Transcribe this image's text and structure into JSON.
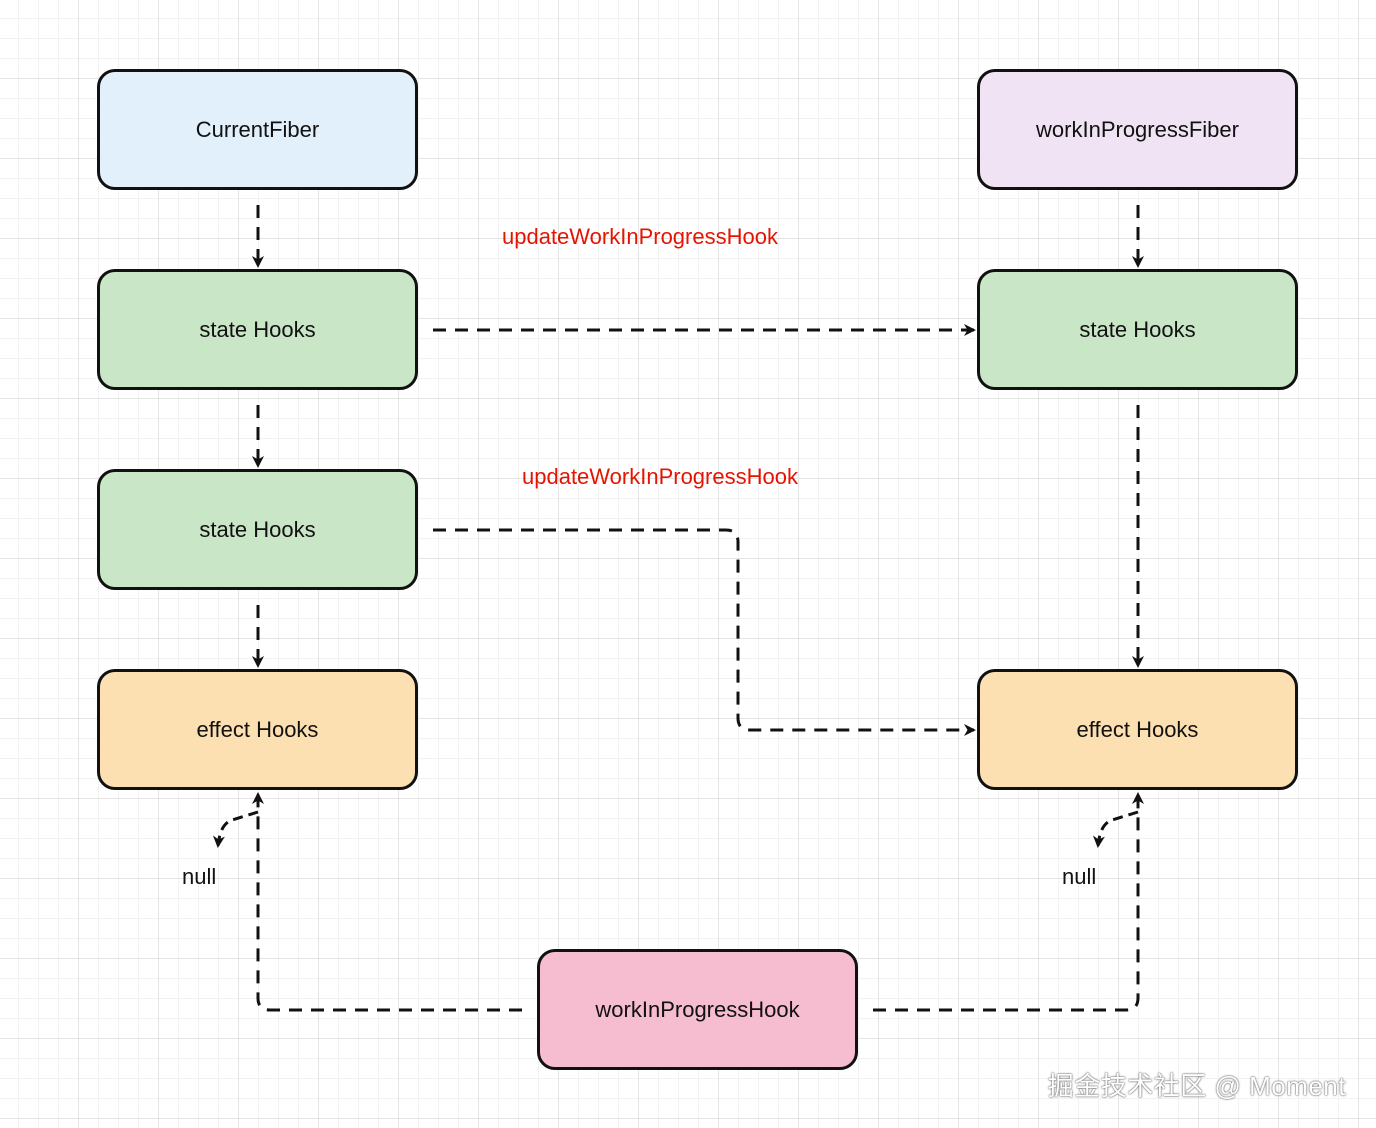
{
  "nodes": {
    "current_fiber": {
      "label": "CurrentFiber",
      "fill": "#e1f0fb"
    },
    "wip_fiber": {
      "label": "workInProgressFiber",
      "fill": "#f0e4f4"
    },
    "cur_state_1": {
      "label": "state Hooks",
      "fill": "#c9e6c6"
    },
    "cur_state_2": {
      "label": "state Hooks",
      "fill": "#c9e6c6"
    },
    "cur_effect": {
      "label": "effect Hooks",
      "fill": "#fde0b2"
    },
    "wip_state": {
      "label": "state Hooks",
      "fill": "#c9e6c6"
    },
    "wip_effect": {
      "label": "effect Hooks",
      "fill": "#fde0b2"
    },
    "wip_hook": {
      "label": "workInProgressHook",
      "fill": "#f6bccf"
    }
  },
  "edge_labels": {
    "update_1": "updateWorkInProgressHook",
    "update_2": "updateWorkInProgressHook",
    "null_left": "null",
    "null_right": "null"
  },
  "colors": {
    "edge_label": "#e51400",
    "stroke": "#111111"
  },
  "watermark": "掘金技术社区 @ Moment"
}
